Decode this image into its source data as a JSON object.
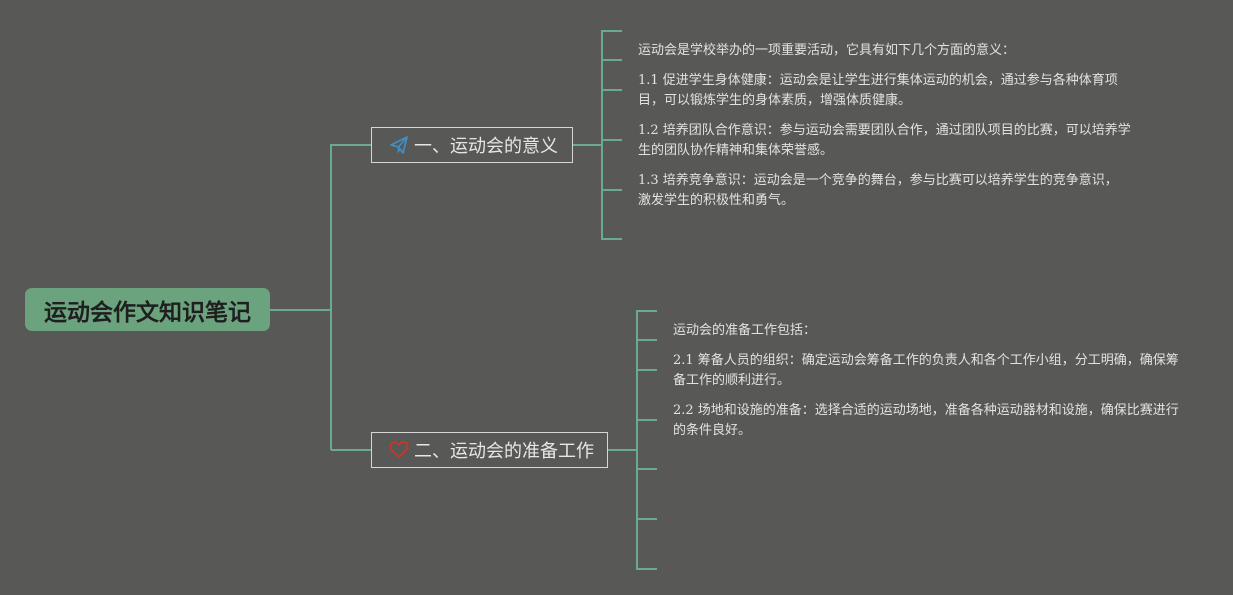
{
  "mindmap": {
    "root": {
      "title": "运动会作文知识笔记",
      "color": "#6aa37e"
    },
    "branches": [
      {
        "icon": "paper-plane-icon",
        "icon_color": "#3f8fc4",
        "label": "一、运动会的意义",
        "leaves": [
          "运动会是学校举办的一项重要活动，它具有如下几个方面的意义：",
          "1.1 促进学生身体健康：运动会是让学生进行集体运动的机会，通过参与各种体育项目，可以锻炼学生的身体素质，增强体质健康。",
          "1.2 培养团队合作意识：参与运动会需要团队合作，通过团队项目的比赛，可以培养学生的团队协作精神和集体荣誉感。",
          "1.3 培养竞争意识：运动会是一个竞争的舞台，参与比赛可以培养学生的竞争意识，激发学生的积极性和勇气。"
        ]
      },
      {
        "icon": "heart-icon",
        "icon_color": "#c0392b",
        "label": "二、运动会的准备工作",
        "leaves": [
          "运动会的准备工作包括：",
          "2.1 筹备人员的组织：确定运动会筹备工作的负责人和各个工作小组，分工明确，确保筹备工作的顺利进行。",
          "2.2 场地和设施的准备：选择合适的运动场地，准备各种运动器材和设施，确保比赛进行的条件良好。"
        ]
      }
    ],
    "line_color": "#6aaa90",
    "background": "#585957"
  }
}
